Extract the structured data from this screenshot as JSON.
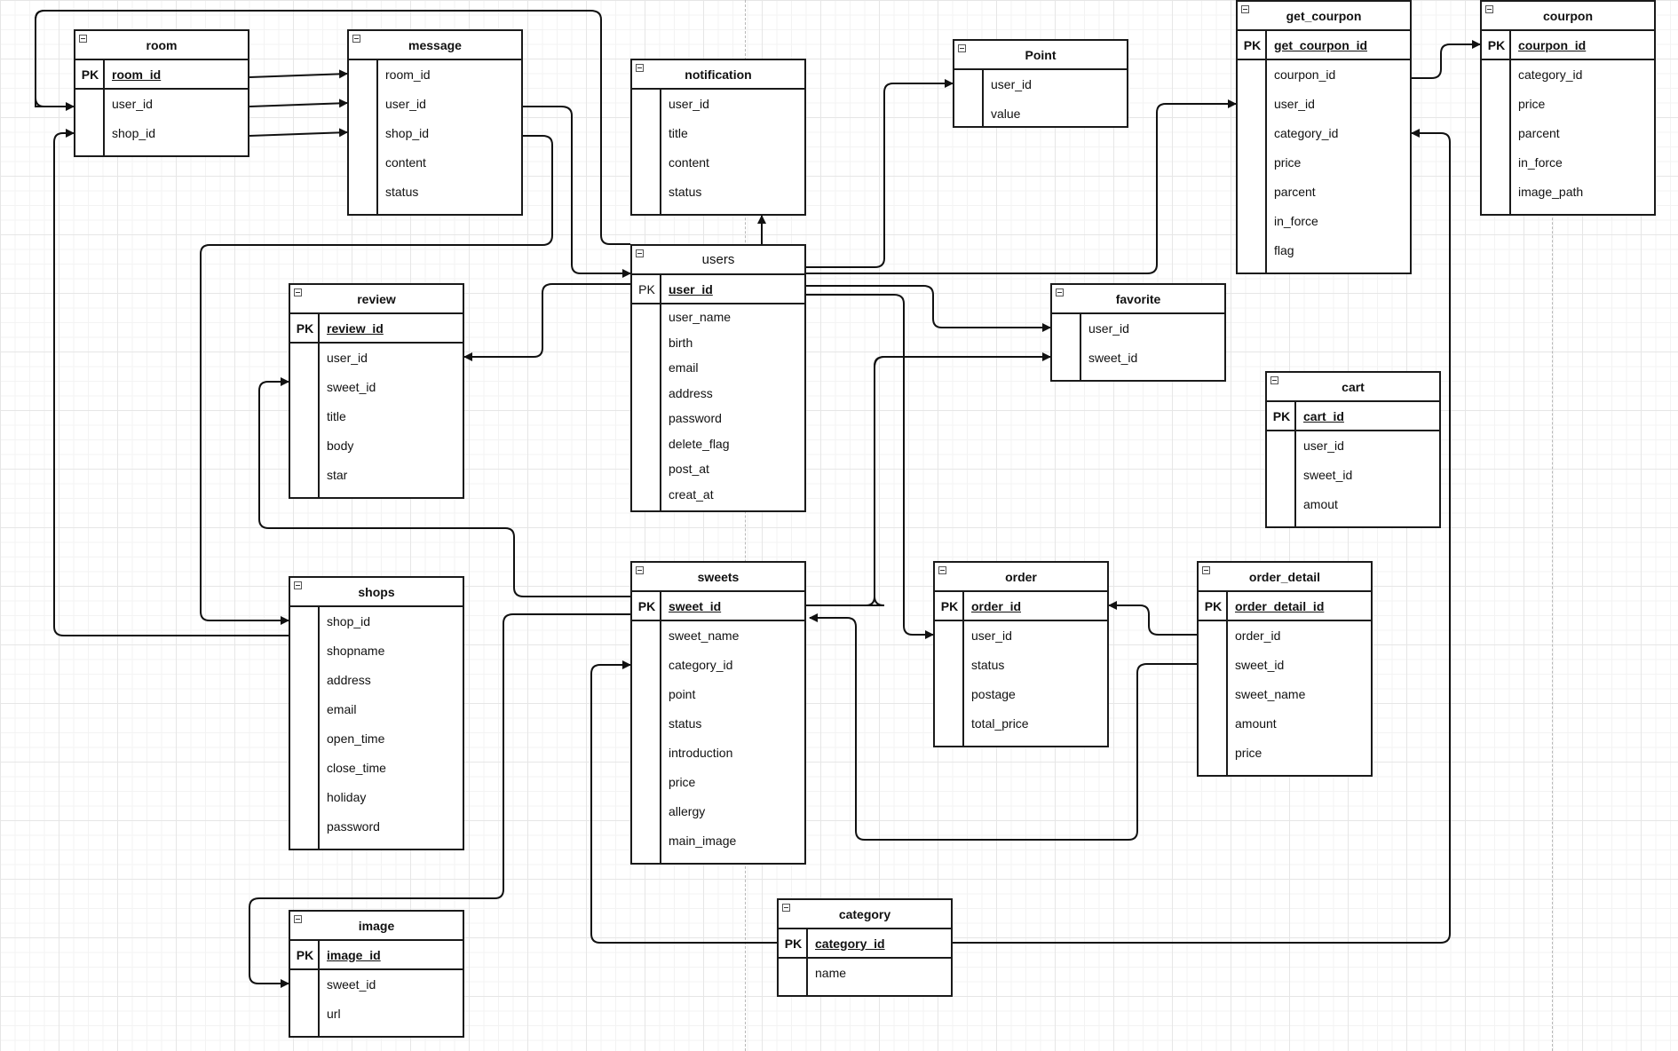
{
  "tables": [
    {
      "id": "room",
      "title": "room",
      "pk": {
        "label": "PK",
        "field": "room_id"
      },
      "fields": [
        "user_id",
        "shop_id"
      ]
    },
    {
      "id": "message",
      "title": "message",
      "fields": [
        "room_id",
        "user_id",
        "shop_id",
        "content",
        "status"
      ]
    },
    {
      "id": "notification",
      "title": "notification",
      "fields": [
        "user_id",
        "title",
        "content",
        "status"
      ]
    },
    {
      "id": "point",
      "title": "Point",
      "fields": [
        "user_id",
        "value"
      ]
    },
    {
      "id": "get_courpon",
      "title": "get_courpon",
      "pk": {
        "label": "PK",
        "field": "get_courpon_id"
      },
      "fields": [
        "courpon_id",
        "user_id",
        "category_id",
        "price",
        "parcent",
        "in_force",
        "flag"
      ]
    },
    {
      "id": "courpon",
      "title": "courpon",
      "pk": {
        "label": "PK",
        "field": "courpon_id"
      },
      "fields": [
        "category_id",
        "price",
        "parcent",
        "in_force",
        "image_path"
      ]
    },
    {
      "id": "users",
      "title": "users",
      "pk": {
        "label": "PK",
        "field": "user_id"
      },
      "fields": [
        "user_name",
        "birth",
        "email",
        "address",
        "password",
        "delete_flag",
        "post_at",
        "creat_at"
      ]
    },
    {
      "id": "review",
      "title": "review",
      "pk": {
        "label": "PK",
        "field": "review_id"
      },
      "fields": [
        "user_id",
        "sweet_id",
        "title",
        "body",
        "star"
      ]
    },
    {
      "id": "favorite",
      "title": "favorite",
      "fields": [
        "user_id",
        "sweet_id"
      ]
    },
    {
      "id": "cart",
      "title": "cart",
      "pk": {
        "label": "PK",
        "field": "cart_id"
      },
      "fields": [
        "user_id",
        "sweet_id",
        "amout"
      ]
    },
    {
      "id": "shops",
      "title": "shops",
      "fields": [
        "shop_id",
        "shopname",
        "address",
        "email",
        "open_time",
        "close_time",
        "holiday",
        "password"
      ]
    },
    {
      "id": "sweets",
      "title": "sweets",
      "pk": {
        "label": "PK",
        "field": "sweet_id"
      },
      "fields": [
        "sweet_name",
        "category_id",
        "point",
        "status",
        "introduction",
        "price",
        "allergy",
        "main_image"
      ]
    },
    {
      "id": "order",
      "title": "order",
      "pk": {
        "label": "PK",
        "field": "order_id"
      },
      "fields": [
        "user_id",
        "status",
        "postage",
        "total_price"
      ]
    },
    {
      "id": "order_detail",
      "title": "order_detail",
      "pk": {
        "label": "PK",
        "field": "order_detail_id"
      },
      "fields": [
        "order_id",
        "sweet_id",
        "sweet_name",
        "amount",
        "price"
      ]
    },
    {
      "id": "category",
      "title": "category",
      "pk": {
        "label": "PK",
        "field": "category_id"
      },
      "fields": [
        "name"
      ]
    },
    {
      "id": "image",
      "title": "image",
      "pk": {
        "label": "PK",
        "field": "image_id"
      },
      "fields": [
        "sweet_id",
        "url"
      ]
    }
  ],
  "colors": {
    "line": "#111111",
    "grid": "#e6e6e6",
    "guide": "#b8b8b8"
  }
}
